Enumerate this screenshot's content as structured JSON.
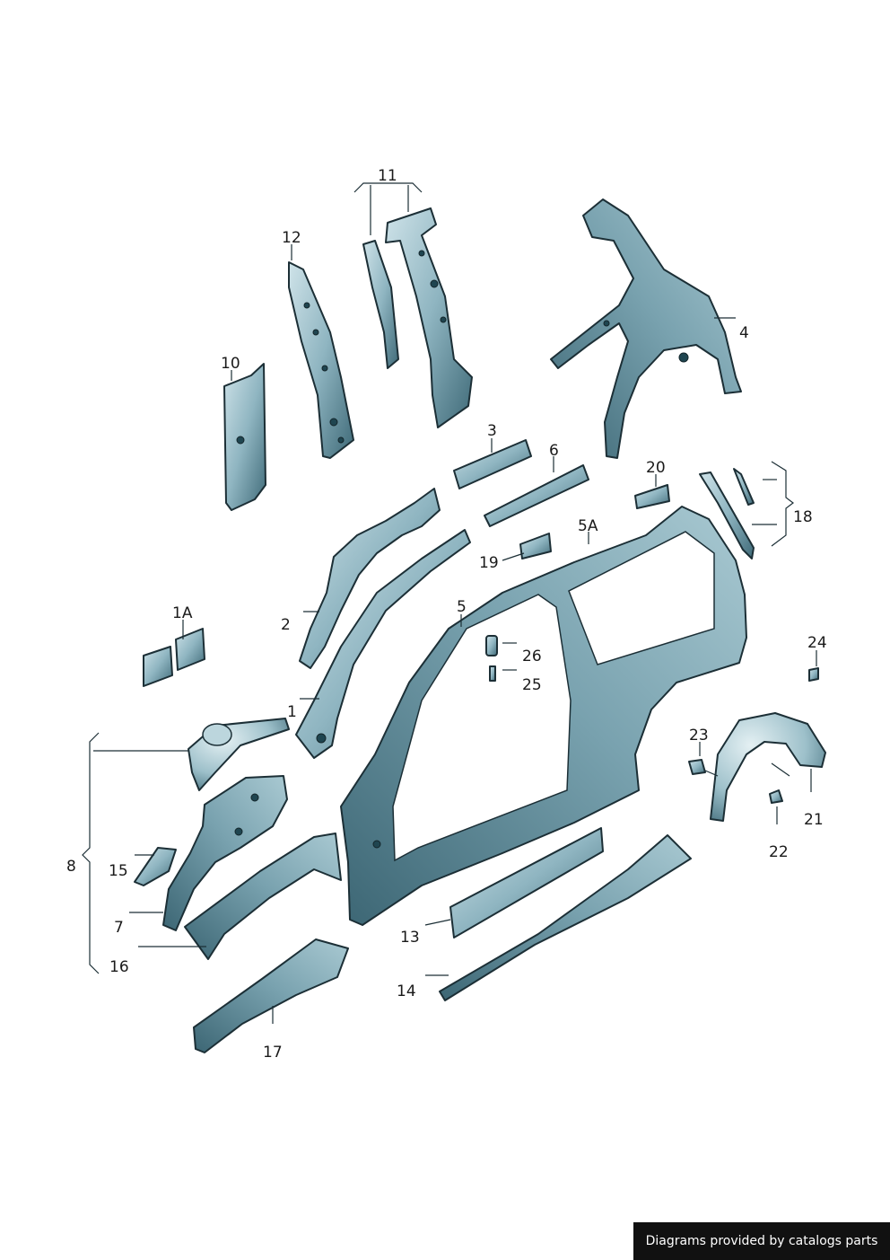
{
  "labels": {
    "p1": "1",
    "p1A": "1A",
    "p2": "2",
    "p3": "3",
    "p4": "4",
    "p5": "5",
    "p5A": "5A",
    "p6": "6",
    "p7": "7",
    "p8": "8",
    "p10": "10",
    "p11": "11",
    "p12": "12",
    "p13": "13",
    "p14": "14",
    "p15": "15",
    "p16": "16",
    "p17": "17",
    "p18": "18",
    "p19": "19",
    "p20": "20",
    "p21": "21",
    "p22": "22",
    "p23": "23",
    "p24": "24",
    "p25": "25",
    "p26": "26"
  },
  "footer": {
    "credit": "Diagrams provided by catalogs parts"
  },
  "colors": {
    "panel_light": "#b9d6de",
    "panel_mid": "#7fa9b6",
    "panel_dark": "#3f6a78",
    "outline": "#1c2f36",
    "footer_bg": "#111111"
  }
}
